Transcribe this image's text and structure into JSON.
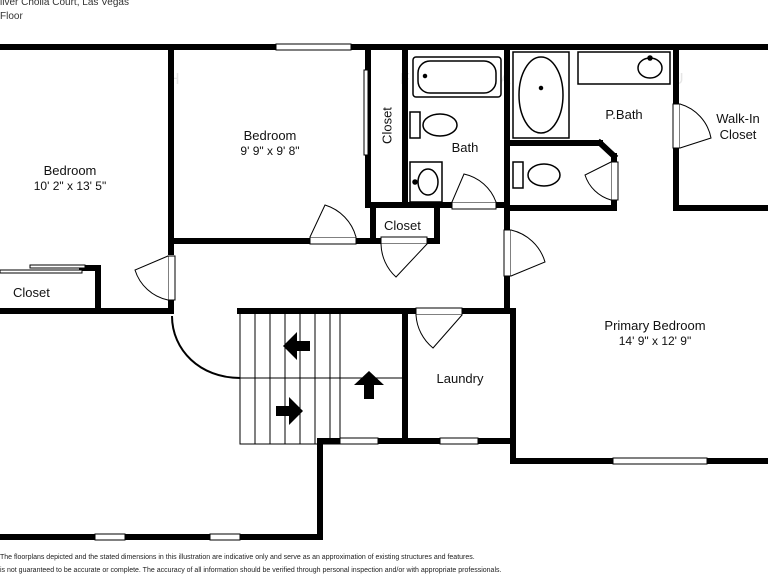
{
  "header": {
    "address": "ilver Cholla Court, Las Vegas",
    "floor": "Floor"
  },
  "rooms": {
    "bedroom_left": {
      "name": "Bedroom",
      "dims": "10' 2\" x 13' 5\""
    },
    "bedroom_mid": {
      "name": "Bedroom",
      "dims": "9' 9\" x 9' 8\""
    },
    "bath": {
      "name": "Bath"
    },
    "pbath": {
      "name": "P.Bath"
    },
    "walkin": {
      "name": "Walk-In",
      "name2": "Closet"
    },
    "primary": {
      "name": "Primary Bedroom",
      "dims": "14' 9\" x 12' 9\""
    },
    "laundry": {
      "name": "Laundry"
    },
    "closet_vertical": {
      "name": "Closet"
    },
    "closet_hall": {
      "name": "Closet"
    },
    "closet_left": {
      "name": "Closet"
    }
  },
  "disclaimer": {
    "line1": "The floorplans depicted and the stated dimensions in this illustration are indicative only and serve as an approximation of existing structures and features.",
    "line2": "is not guaranteed to be accurate or complete. The accuracy of all information should be verified through personal inspection and/or with appropriate professionals."
  }
}
